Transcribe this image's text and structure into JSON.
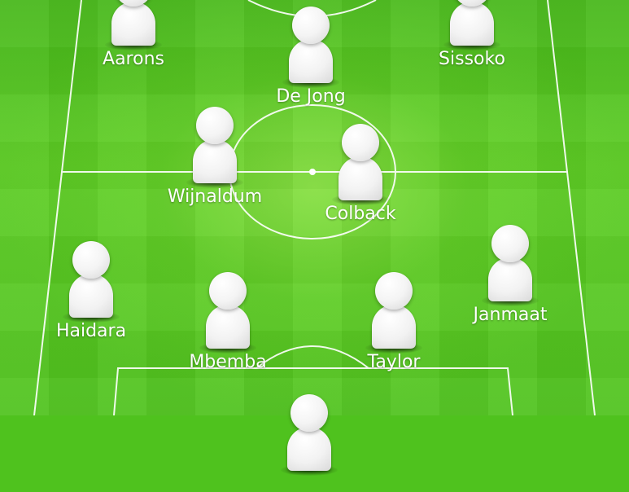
{
  "formation": {
    "players": [
      {
        "name": "Aarons",
        "role": "right-midfielder"
      },
      {
        "name": "Sissoko",
        "role": "left-midfielder"
      },
      {
        "name": "De Jong",
        "role": "attacking-midfielder"
      },
      {
        "name": "Wijnaldum",
        "role": "central-midfielder"
      },
      {
        "name": "Colback",
        "role": "central-midfielder"
      },
      {
        "name": "Haidara",
        "role": "left-back"
      },
      {
        "name": "Janmaat",
        "role": "right-back"
      },
      {
        "name": "Mbemba",
        "role": "centre-back"
      },
      {
        "name": "Taylor",
        "role": "centre-back"
      },
      {
        "name": "",
        "role": "goalkeeper"
      }
    ]
  },
  "colors": {
    "pitch": "#4fc21e",
    "lines": "#ffffff",
    "player": "#f2f2f2"
  }
}
